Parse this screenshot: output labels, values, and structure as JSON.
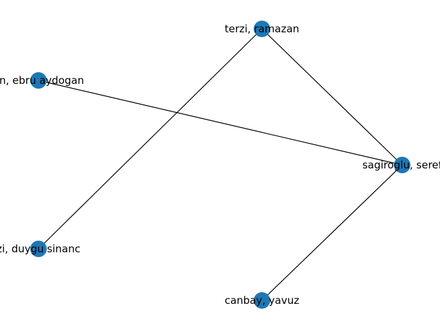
{
  "graph": {
    "node_color": "#1f77b4",
    "edge_color": "#000000",
    "nodes": [
      {
        "id": "terzi-ramazan",
        "label": "terzi, ramazan"
      },
      {
        "id": "ebru-aydogan",
        "label": "an, ebru aydogan"
      },
      {
        "id": "sagiroglu-seref",
        "label": "sagiroglu, seref"
      },
      {
        "id": "duygu-sinanc",
        "label": "zi, duygu sinanc"
      },
      {
        "id": "canbay-yavuz",
        "label": "canbay, yavuz"
      }
    ],
    "edges": [
      [
        "terzi-ramazan",
        "sagiroglu-seref"
      ],
      [
        "terzi-ramazan",
        "duygu-sinanc"
      ],
      [
        "ebru-aydogan",
        "sagiroglu-seref"
      ],
      [
        "sagiroglu-seref",
        "canbay-yavuz"
      ]
    ]
  }
}
